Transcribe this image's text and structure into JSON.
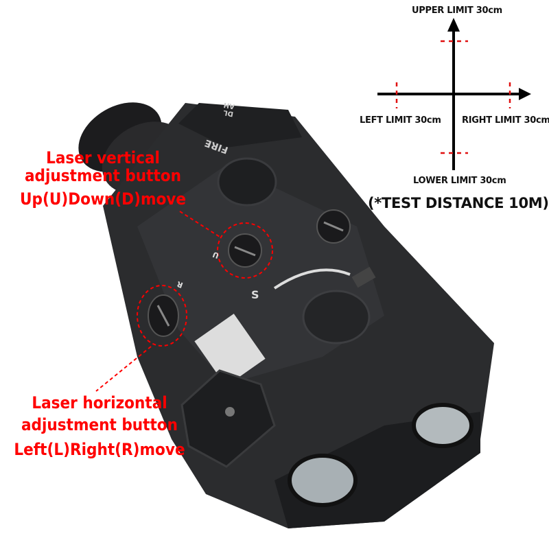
{
  "vertical_annotation": {
    "line1": "Laser vertical",
    "line2": "adjustment button",
    "line3": "Up(U)Down(D)move"
  },
  "horizontal_annotation": {
    "line1": "Laser horizontal",
    "line2": "adjustment button",
    "line3": "Left(L)Right(R)move"
  },
  "limits_diagram": {
    "upper": "UPPER LIMIT 30cm",
    "lower": "LOWER LIMIT 30cm",
    "left": "LEFT LIMIT 30cm",
    "right": "RIGHT LIMIT 30cm",
    "note": "(*TEST DISTANCE 10M)"
  },
  "device": {
    "fire_label": "FIRE",
    "mode_labels": "DL AH",
    "switch_label": "S",
    "up_label": "U",
    "side_label": "R"
  },
  "colors": {
    "annotation": "#ff0000",
    "device_body": "#2b2c2e",
    "limit_marks": "#e01010"
  }
}
